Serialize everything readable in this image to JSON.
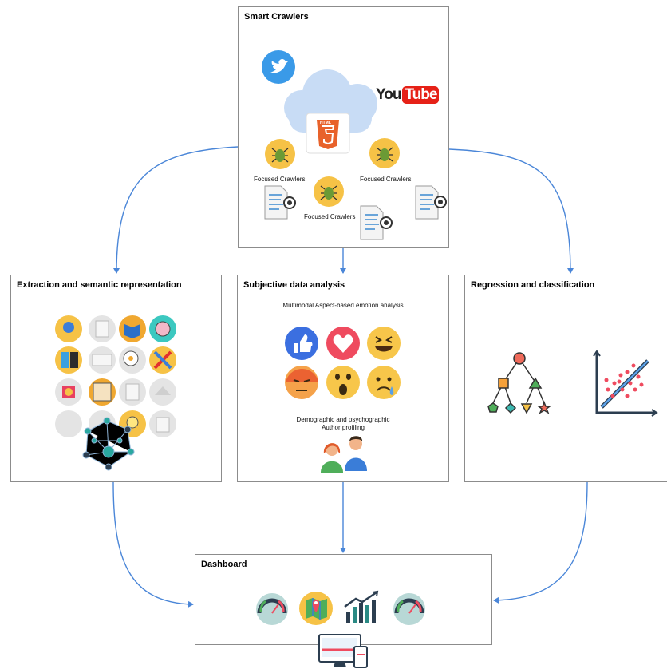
{
  "nodes": {
    "smart_crawlers": {
      "title": "Smart Crawlers",
      "crawler_labels": [
        "Focused Crawlers",
        "Focused Crawlers",
        "Focused Crawlers"
      ],
      "youtube_you": "You",
      "youtube_tube": "Tube",
      "html5_badge": "HTML"
    },
    "extraction": {
      "title": "Extraction and semantic representation"
    },
    "subjective": {
      "title": "Subjective data analysis",
      "subtitle": "Multimodal Aspect-based emotion analysis",
      "profiling_line1": "Demographic and psychographic",
      "profiling_line2": "Author profiling"
    },
    "regression": {
      "title": "Regression and classification"
    },
    "dashboard": {
      "title": "Dashboard"
    }
  },
  "icons": {
    "social": [
      "twitter-icon",
      "youtube-logo-icon",
      "html5-icon",
      "cloud-icon"
    ],
    "crawlers": [
      "spider-crawler-icon",
      "spider-crawler-icon",
      "spider-crawler-icon"
    ],
    "documents": [
      "document-search-icon",
      "document-search-icon",
      "document-search-icon"
    ],
    "reactions": [
      "like-reaction-icon",
      "love-reaction-icon",
      "laugh-reaction-icon",
      "angry-reaction-icon",
      "wow-reaction-icon",
      "sad-reaction-icon"
    ],
    "dashboard": [
      "gauge-icon",
      "map-icon",
      "growth-chart-icon",
      "gauge-icon",
      "devices-icon"
    ],
    "regression": [
      "decision-tree-icon",
      "scatter-regression-icon"
    ]
  },
  "colors": {
    "arrow": "#4a86d8",
    "border": "#8c8c8c",
    "twitter": "#3a9ae8",
    "youtube": "#e62117",
    "html5": "#e8622b",
    "crawler_bg": "#f6c246"
  }
}
